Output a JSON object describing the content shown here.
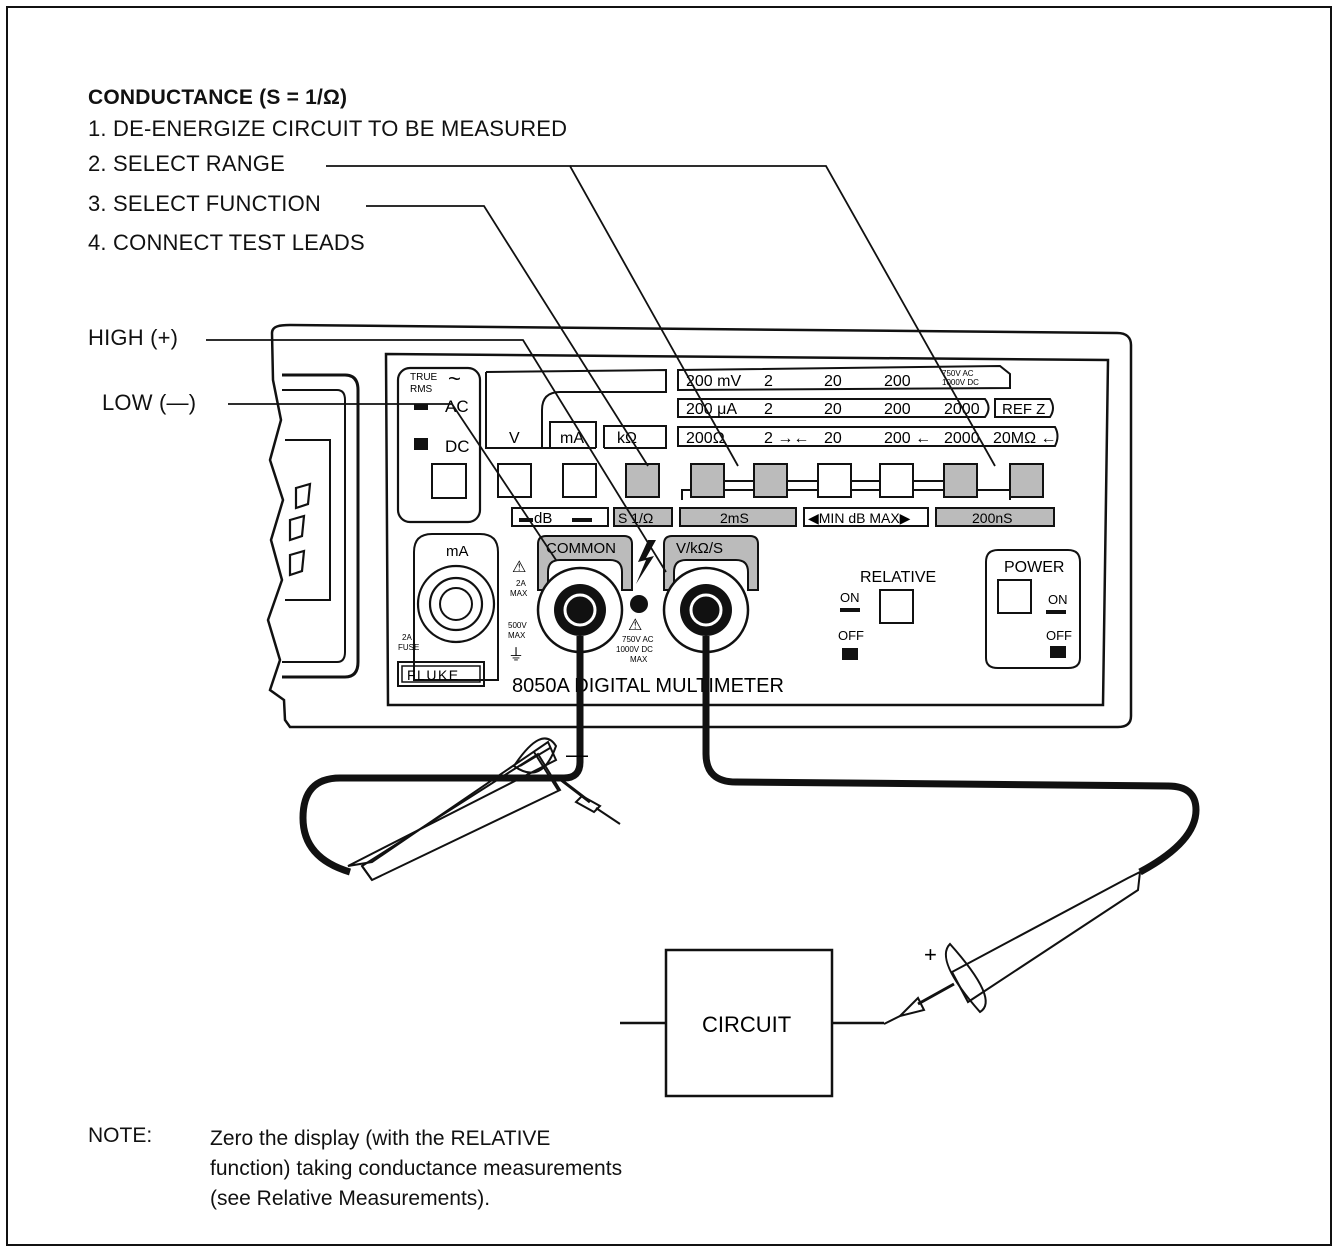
{
  "title": "CONDUCTANCE (S = 1/Ω)",
  "steps": [
    "1. DE-ENERGIZE CIRCUIT TO BE MEASURED",
    "2. SELECT RANGE",
    "3. SELECT FUNCTION",
    "4. CONNECT TEST LEADS"
  ],
  "callouts": {
    "high": "HIGH (+)",
    "low": "LOW (—)"
  },
  "meter": {
    "true_rms": [
      "TRUE",
      "RMS"
    ],
    "ac": "AC",
    "dc": "DC",
    "function_labels": [
      "V",
      "mA",
      "kΩ"
    ],
    "range_rows": [
      [
        "200 mV",
        "2",
        "20",
        "200"
      ],
      [
        "200 μA",
        "2",
        "20",
        "200",
        "2000"
      ],
      [
        "200Ω",
        "2 →←",
        "20",
        "200 ←",
        "2000",
        "20MΩ ←"
      ]
    ],
    "voltage_limit": [
      "750V AC",
      "1000V DC"
    ],
    "ref_z": "REF Z",
    "db_label": "dB",
    "s_label": "S  1/Ω",
    "ms_label": "2mS",
    "min_max_label": "◀MIN dB MAX▶",
    "ns_label": "200nS",
    "ma_jack": "mA",
    "common_jack": "COMMON",
    "vks_jack": "V/kΩ/S",
    "ma_max": [
      "2A",
      "MAX"
    ],
    "fuse": [
      "2A",
      "FUSE"
    ],
    "v500": [
      "500V",
      "MAX"
    ],
    "v750": [
      "750V AC",
      "1000V DC",
      "MAX"
    ],
    "relative": "RELATIVE",
    "power": "POWER",
    "on": "ON",
    "off": "OFF",
    "brand": "FLUKE",
    "model": "8050A DIGITAL MULTIMETER"
  },
  "probe_minus": "—",
  "probe_plus": "+",
  "circuit_label": "CIRCUIT",
  "note": {
    "label": "NOTE:",
    "lines": [
      "Zero the display (with the RELATIVE",
      "function) taking conductance measurements",
      "(see Relative Measurements)."
    ]
  }
}
